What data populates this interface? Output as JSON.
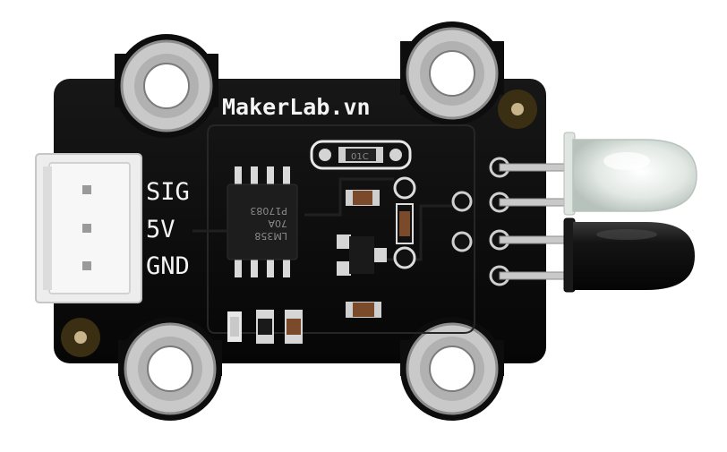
{
  "board": {
    "brand_label": "MakerLab.vn",
    "pins": {
      "sig": "SIG",
      "v5": "5V",
      "gnd": "GND"
    },
    "chip": {
      "line1": "LM358",
      "line2": "70A",
      "line3": "P17083"
    },
    "resistor_code": "01C"
  },
  "colors": {
    "pcb": "#0c0c0c",
    "silkscreen": "#f4f4f4",
    "solder": "#b9b9b9",
    "led_clear": "#e6ece8",
    "led_dark": "#101010",
    "connector": "#eeeeee"
  }
}
